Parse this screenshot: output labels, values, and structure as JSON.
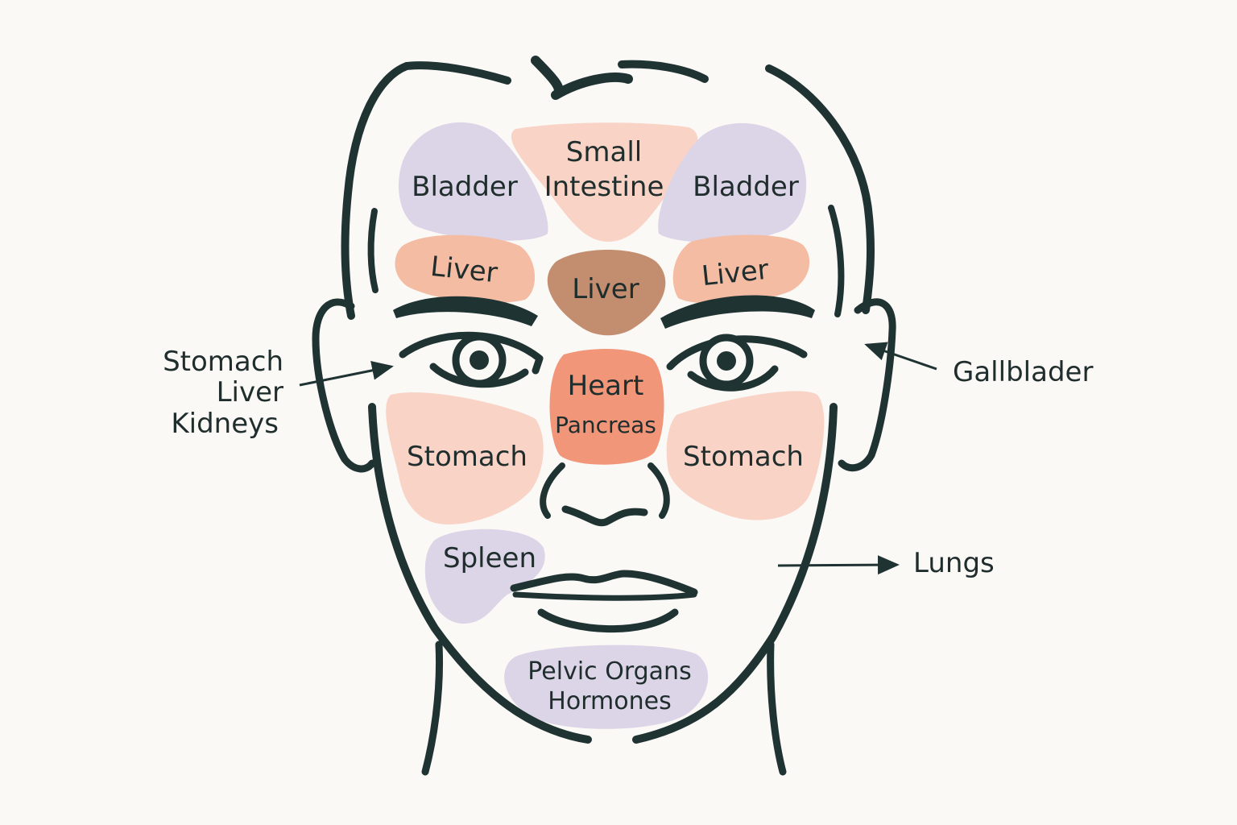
{
  "colors": {
    "outline": "#1f3333",
    "lavender": "#dcd4e7",
    "peach_light": "#f9d4c6",
    "peach": "#f5bca4",
    "liver_center": "#c38e6f",
    "heart": "#f2967a",
    "background": "#fbf9f6"
  },
  "zones": {
    "left_bladder": "Bladder",
    "small_intestine_line1": "Small",
    "small_intestine_line2": "Intestine",
    "right_bladder": "Bladder",
    "left_liver": "Liver",
    "center_liver": "Liver",
    "right_liver": "Liver",
    "heart": "Heart",
    "pancreas": "Pancreas",
    "left_stomach": "Stomach",
    "right_stomach": "Stomach",
    "spleen": "Spleen",
    "pelvic_line1": "Pelvic Organs",
    "pelvic_line2": "Hormones"
  },
  "callouts": {
    "left_line1": "Stomach",
    "left_line2": "Liver",
    "left_line3": "Kidneys",
    "gallbladder": "Gallblader",
    "lungs": "Lungs"
  }
}
